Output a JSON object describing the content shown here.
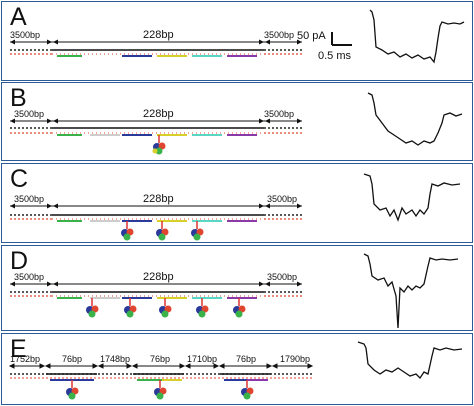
{
  "panels": [
    {
      "label": "A",
      "flank_left": "3500bp",
      "center": "228bp",
      "flank_right": "3500bp",
      "scale_current": "50 pA",
      "scale_time": "0.5 ms"
    },
    {
      "label": "B",
      "flank_left": "3500bp",
      "center": "228bp",
      "flank_right": "3500bp"
    },
    {
      "label": "C",
      "flank_left": "3500bp",
      "center": "228bp",
      "flank_right": "3500bp"
    },
    {
      "label": "D",
      "flank_left": "3500bp",
      "center": "228bp",
      "flank_right": "3500bp"
    },
    {
      "label": "E",
      "segments": [
        "1752bp",
        "76bp",
        "1748bp",
        "76bp",
        "1710bp",
        "76bp",
        "1790bp"
      ]
    }
  ],
  "colors": {
    "border": "#2b5a97",
    "green": "#39b24a",
    "blue": "#2a3a9a",
    "yellow": "#d8d02a",
    "cyan": "#5ad6c4",
    "purple": "#8a3aa8",
    "red": "#e0452f",
    "dots": "#222222"
  }
}
